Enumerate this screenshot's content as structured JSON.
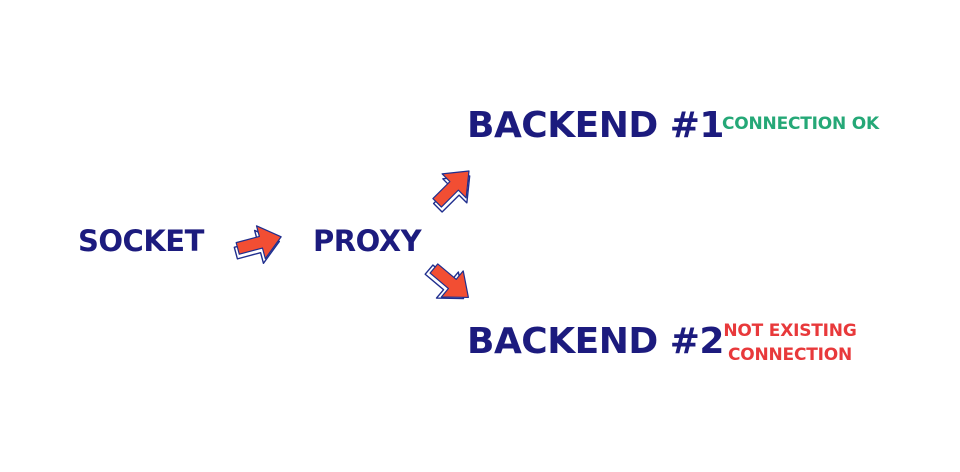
{
  "colors": {
    "node_text": "#1c1b7e",
    "ok_status": "#25a877",
    "error_status": "#e8393b",
    "arrow_fill": "#f24e33",
    "arrow_shadow": "#1f2e8e"
  },
  "nodes": {
    "socket": "SOCKET",
    "proxy": "PROXY",
    "backend1": "BACKEND #1",
    "backend2": "BACKEND #2"
  },
  "statuses": {
    "backend1": "CONNECTION OK",
    "backend2_line1": "NOT EXISTING",
    "backend2_line2": "CONNECTION"
  },
  "arrows": [
    {
      "from": "socket",
      "to": "proxy",
      "icon": "arrow-right-icon"
    },
    {
      "from": "proxy",
      "to": "backend1",
      "icon": "arrow-up-right-icon"
    },
    {
      "from": "proxy",
      "to": "backend2",
      "icon": "arrow-down-right-icon"
    }
  ]
}
